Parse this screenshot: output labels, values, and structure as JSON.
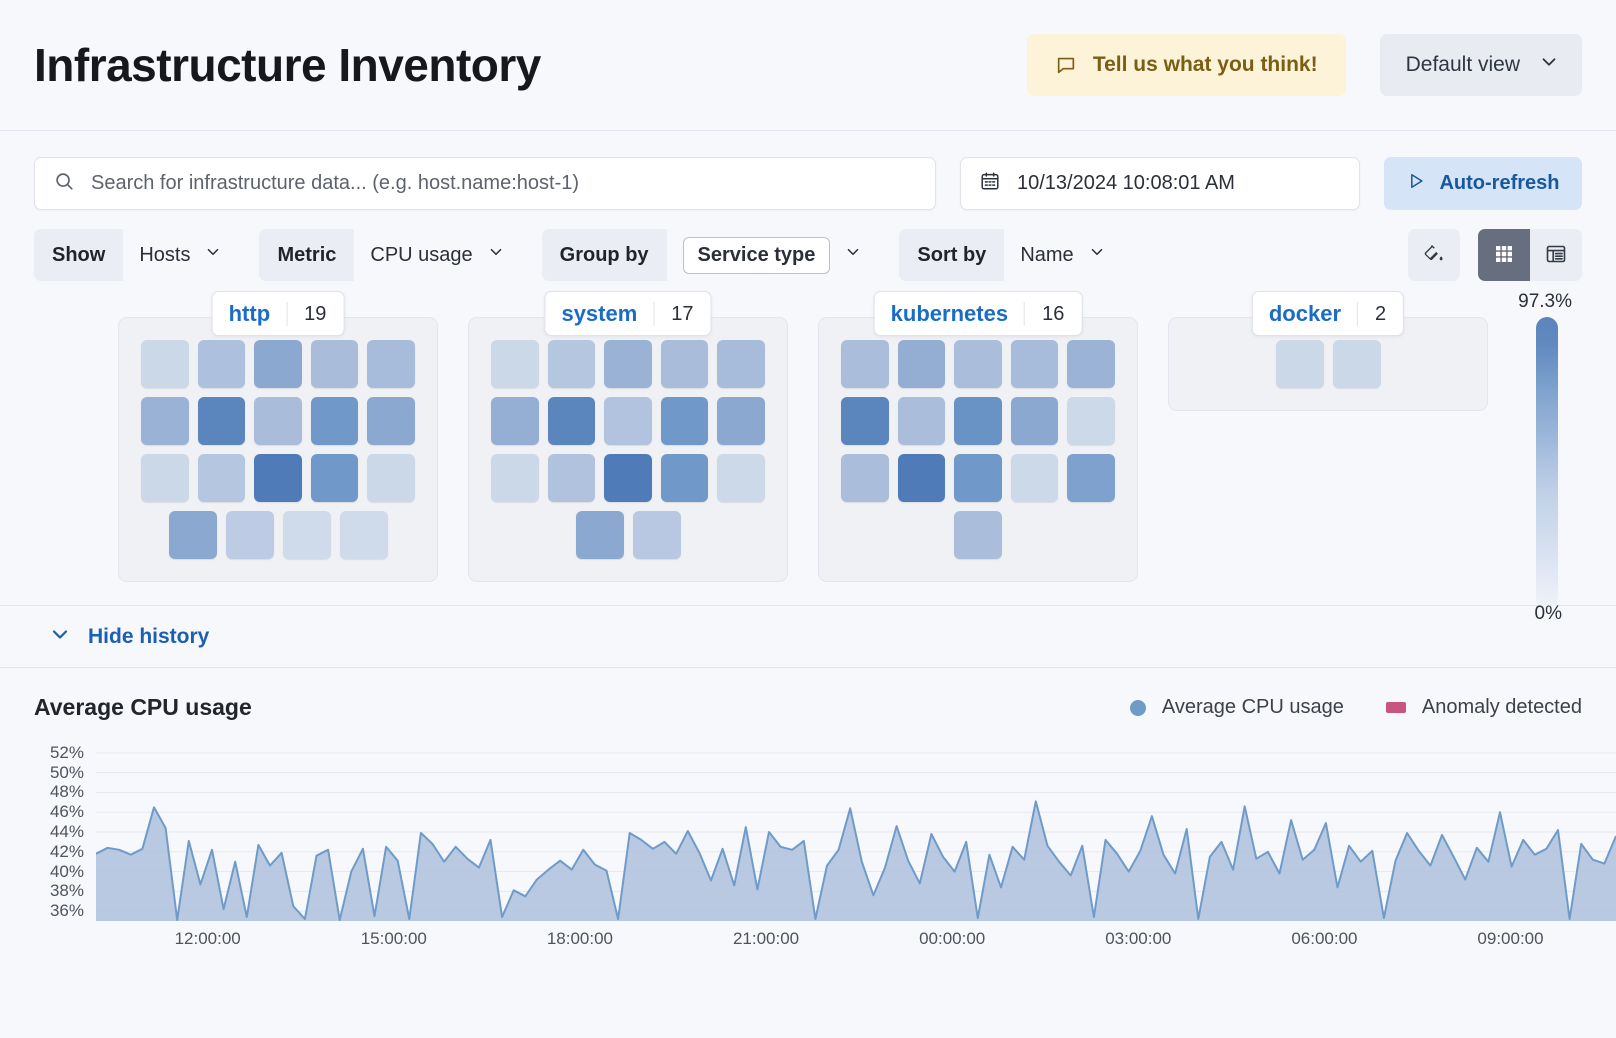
{
  "header": {
    "title": "Infrastructure Inventory",
    "feedback_label": "Tell us what you think!",
    "feedback_icon": "comment-icon",
    "view_label": "Default view",
    "view_icon": "chevron-down-icon"
  },
  "search": {
    "placeholder": "Search for infrastructure data... (e.g. host.name:host-1)",
    "value": "",
    "icon": "search-icon"
  },
  "date_picker": {
    "value": "10/13/2024 10:08:01 AM",
    "icon": "calendar-icon"
  },
  "auto_refresh": {
    "label": "Auto-refresh",
    "icon": "play-icon"
  },
  "filters": [
    {
      "label": "Show",
      "value": "Hosts",
      "boxed": false
    },
    {
      "label": "Metric",
      "value": "CPU usage",
      "boxed": false
    },
    {
      "label": "Group by",
      "value": "Service type",
      "boxed": true
    },
    {
      "label": "Sort by",
      "value": "Name",
      "boxed": false
    }
  ],
  "toolbar": {
    "legend_toggle_icon": "paint-bucket-icon",
    "grid_view_icon": "grid-view-icon",
    "table_view_icon": "table-view-icon",
    "active_view": "grid"
  },
  "legend": {
    "max": "97.3%",
    "min": "0%"
  },
  "groups": [
    {
      "name": "http",
      "count": "19",
      "columns": 5,
      "tiles": [
        "#cbd8e8",
        "#adc0dd",
        "#8ba9d0",
        "#a9bddb",
        "#a6bcda",
        "#9ab2d6",
        "#5b85bd",
        "#a9bddb",
        "#7099c9",
        "#8ba9d0",
        "#cbd8e8",
        "#b5c6e0",
        "#4f7cb8",
        "#7099c9",
        "#cbd8e8",
        "#8ba9d0",
        "#bdccE4",
        "#cfdaea",
        "#cfdaea"
      ]
    },
    {
      "name": "system",
      "count": "17",
      "columns": 5,
      "tiles": [
        "#cbd8e8",
        "#b5c6e0",
        "#9ab2d6",
        "#a9bddb",
        "#a6bcda",
        "#94aed4",
        "#5b85bd",
        "#b2c3df",
        "#7099c9",
        "#8ba9d0",
        "#cbd8e8",
        "#b1c2de",
        "#4f7cb8",
        "#7099c9",
        "#ccd9e9",
        "#8ba9d0",
        "#b8c8e2"
      ]
    },
    {
      "name": "kubernetes",
      "count": "16",
      "columns": 5,
      "tiles": [
        "#aabedb",
        "#93add3",
        "#aabedb",
        "#a6bcda",
        "#9bb3d7",
        "#5b85bd",
        "#aabedb",
        "#6a93c5",
        "#8ba9d0",
        "#ccd9e9",
        "#aabedb",
        "#4f7cb8",
        "#7099c9",
        "#ccd9e9",
        "#7ea2cd",
        "#aabedb"
      ]
    },
    {
      "name": "docker",
      "count": "2",
      "columns": 5,
      "tiles": [
        "#cbd8e8",
        "#cbd8e8"
      ]
    }
  ],
  "history_toggle": {
    "label": "Hide history",
    "icon": "chevron-down-icon"
  },
  "chart_data": {
    "type": "area",
    "title": "Average CPU usage",
    "xlabel": "",
    "ylabel": "",
    "ylim": [
      35,
      53
    ],
    "grid": true,
    "legend_position": "top-right",
    "legend": [
      {
        "name": "Average CPU usage",
        "marker": "circle",
        "color": "#6f9bc9"
      },
      {
        "name": "Anomaly detected",
        "marker": "square",
        "color": "#c9557e"
      }
    ],
    "ytick_labels": [
      "52%",
      "50%",
      "48%",
      "46%",
      "44%",
      "42%",
      "40%",
      "38%",
      "36%"
    ],
    "ytick_values": [
      52,
      50,
      48,
      46,
      44,
      42,
      40,
      38,
      36
    ],
    "xtick_labels": [
      "12:00:00",
      "15:00:00",
      "18:00:00",
      "21:00:00",
      "00:00:00",
      "03:00:00",
      "06:00:00",
      "09:00:00"
    ],
    "xtick_positions": [
      0.0615,
      0.235,
      0.4085,
      0.582,
      0.7555,
      0.929,
      1.1025,
      1.276
    ],
    "series": [
      {
        "name": "Average CPU usage",
        "color": "#6f9bc9",
        "fill": "#adc1dc",
        "values": [
          41.8,
          42.4,
          42.2,
          41.7,
          42.3,
          46.5,
          44.4,
          35.1,
          43.1,
          38.7,
          42.2,
          36.2,
          41.0,
          35.4,
          42.7,
          40.6,
          41.9,
          36.5,
          35.2,
          41.6,
          42.2,
          35.1,
          40.0,
          42.3,
          35.5,
          42.5,
          41.1,
          35.2,
          43.9,
          42.8,
          41.0,
          42.5,
          41.3,
          40.4,
          43.2,
          35.4,
          38.1,
          37.5,
          39.2,
          40.2,
          41.1,
          40.2,
          42.2,
          40.7,
          40.1,
          35.2,
          43.9,
          43.2,
          42.3,
          43.0,
          41.8,
          44.1,
          41.9,
          39.1,
          42.3,
          38.6,
          44.5,
          38.2,
          44.0,
          42.5,
          42.2,
          43.1,
          35.2,
          40.6,
          42.2,
          46.4,
          41.0,
          37.6,
          40.4,
          44.6,
          41.1,
          38.8,
          43.8,
          41.5,
          40.0,
          43.0,
          35.3,
          41.7,
          38.4,
          42.5,
          41.2,
          47.1,
          42.6,
          41.0,
          39.6,
          42.6,
          35.4,
          43.2,
          41.8,
          40.0,
          42.1,
          45.6,
          41.7,
          39.8,
          44.3,
          35.2,
          41.5,
          43.0,
          40.2,
          46.6,
          41.3,
          42.0,
          39.8,
          45.2,
          41.2,
          42.2,
          44.9,
          38.4,
          42.6,
          41.0,
          42.1,
          35.3,
          41.1,
          43.9,
          42.1,
          40.6,
          43.7,
          41.5,
          39.2,
          42.4,
          41.0,
          46.0,
          40.5,
          43.2,
          41.7,
          42.3,
          44.2,
          35.2,
          42.8,
          41.2,
          40.8,
          43.6
        ]
      }
    ]
  }
}
